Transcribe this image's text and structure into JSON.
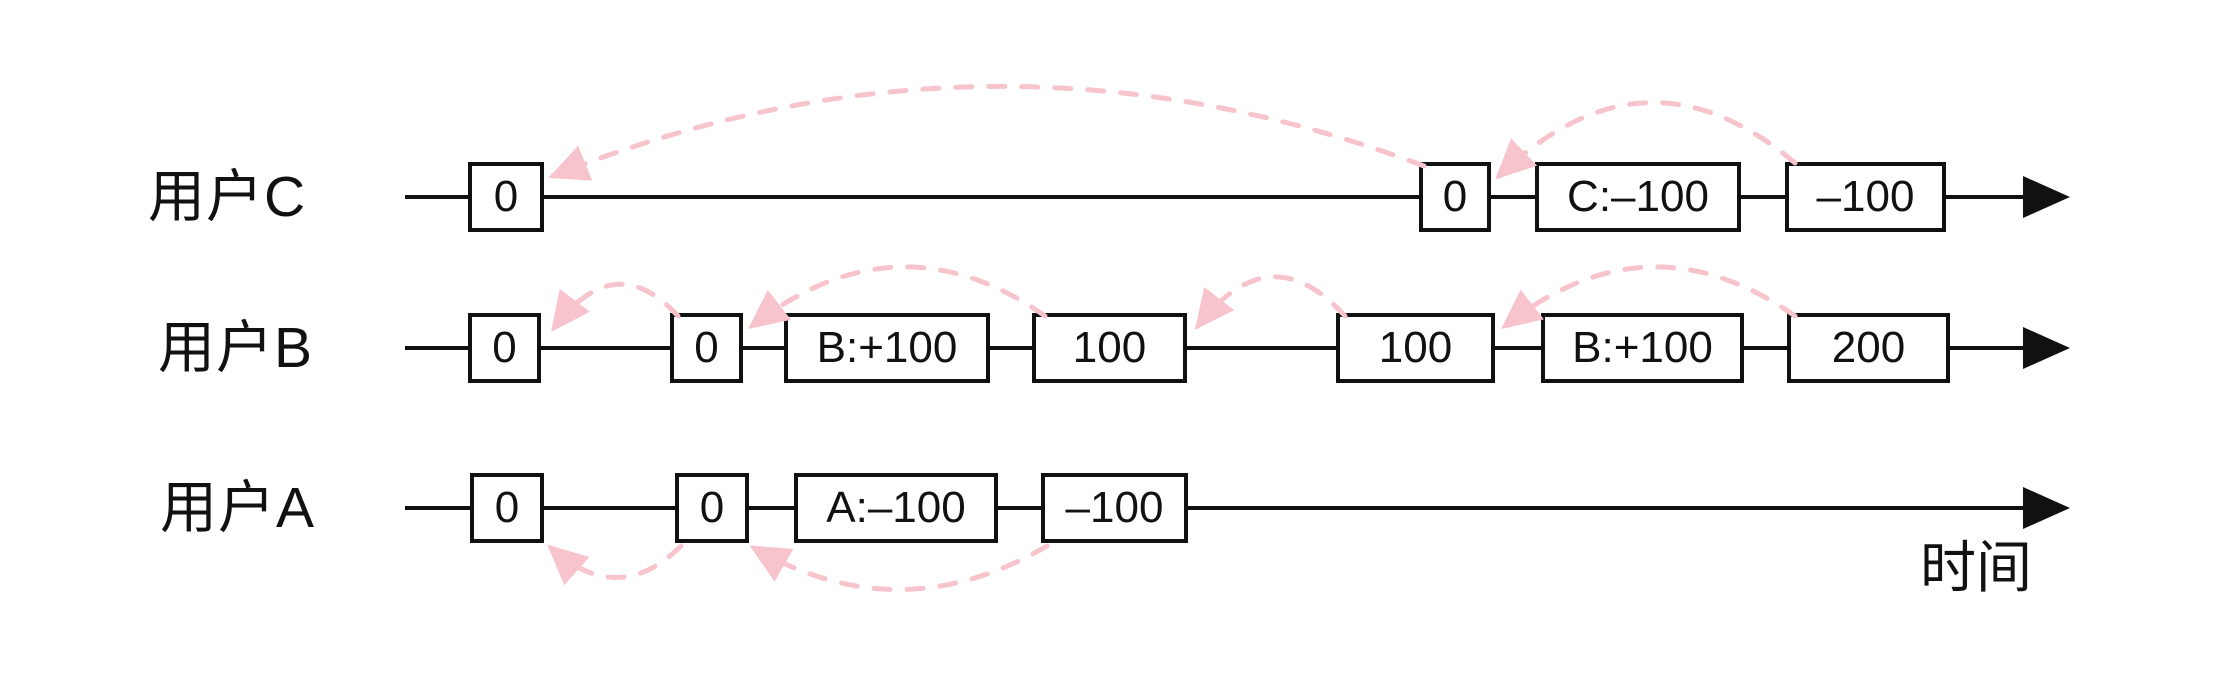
{
  "diagram": {
    "description": "Three user timelines showing balance state replication",
    "axis_label": "时间",
    "colors": {
      "ink": "#111111",
      "sync_pink": "#f7c3cd",
      "background": "#ffffff"
    },
    "rows": [
      {
        "id": "user-c",
        "label": "用户C",
        "events": [
          "0",
          "0",
          "C:–100",
          "–100"
        ]
      },
      {
        "id": "user-b",
        "label": "用户B",
        "events": [
          "0",
          "0",
          "B:+100",
          "100",
          "100",
          "B:+100",
          "200"
        ]
      },
      {
        "id": "user-a",
        "label": "用户A",
        "events": [
          "0",
          "0",
          "A:–100",
          "–100"
        ]
      }
    ],
    "sync_arrows": [
      {
        "row": "user-c",
        "from_event": 1,
        "to_event": 0,
        "side": "above"
      },
      {
        "row": "user-c",
        "from_event": 3,
        "to_event": 1,
        "side": "above"
      },
      {
        "row": "user-b",
        "from_event": 1,
        "to_event": 0,
        "side": "above"
      },
      {
        "row": "user-b",
        "from_event": 3,
        "to_event": 1,
        "side": "above"
      },
      {
        "row": "user-b",
        "from_event": 4,
        "to_event": 3,
        "side": "above"
      },
      {
        "row": "user-b",
        "from_event": 6,
        "to_event": 4,
        "side": "above"
      },
      {
        "row": "user-a",
        "from_event": 1,
        "to_event": 0,
        "side": "below"
      },
      {
        "row": "user-a",
        "from_event": 3,
        "to_event": 1,
        "side": "below"
      }
    ]
  }
}
